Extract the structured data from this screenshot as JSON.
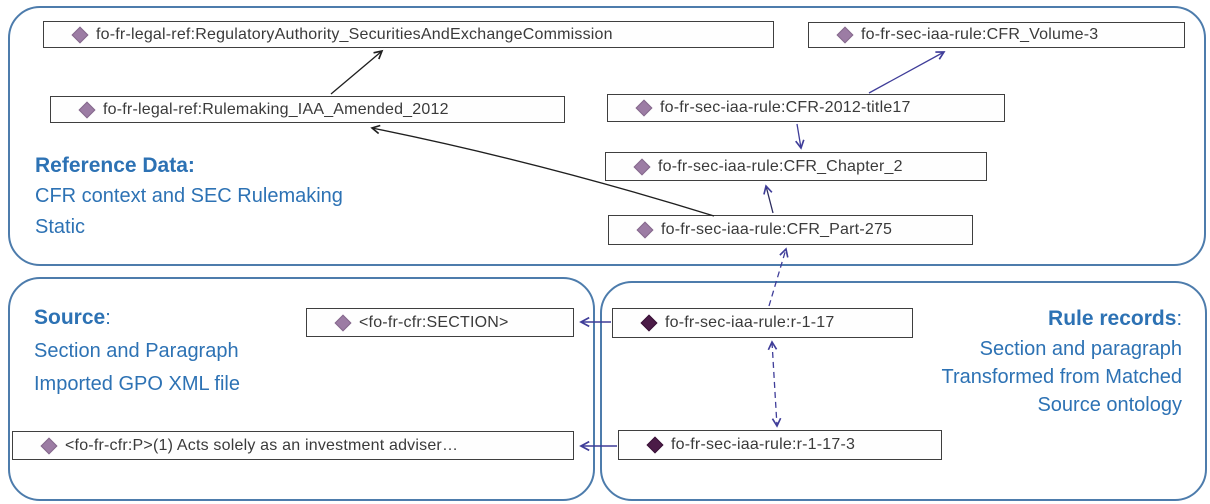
{
  "regions": {
    "reference_data": {
      "title": "Reference Data:",
      "line1": "CFR context and SEC Rulemaking",
      "line2": "Static"
    },
    "source": {
      "title": "Source",
      "colon": ":",
      "line1": "Section and Paragraph",
      "line2": "Imported GPO XML file"
    },
    "rule_records": {
      "title": "Rule records",
      "colon": ":",
      "line1": "Section and paragraph",
      "line2": "Transformed from Matched",
      "line3": "Source ontology"
    }
  },
  "nodes": {
    "regulatory_authority": {
      "label": "fo-fr-legal-ref:RegulatoryAuthority_SecuritiesAndExchangeCommission",
      "icon": "diamond-icon"
    },
    "rulemaking": {
      "label": "fo-fr-legal-ref:Rulemaking_IAA_Amended_2012",
      "icon": "diamond-icon"
    },
    "cfr_volume_3": {
      "label": "fo-fr-sec-iaa-rule:CFR_Volume-3",
      "icon": "diamond-icon"
    },
    "cfr_2012_title17": {
      "label": "fo-fr-sec-iaa-rule:CFR-2012-title17",
      "icon": "diamond-icon"
    },
    "cfr_chapter_2": {
      "label": "fo-fr-sec-iaa-rule:CFR_Chapter_2",
      "icon": "diamond-icon"
    },
    "cfr_part_275": {
      "label": "fo-fr-sec-iaa-rule:CFR_Part-275",
      "icon": "diamond-icon"
    },
    "section": {
      "label": "<fo-fr-cfr:SECTION>",
      "icon": "diamond-icon"
    },
    "paragraph": {
      "label": "<fo-fr-cfr:P>(1) Acts solely as an investment adviser…",
      "icon": "diamond-icon"
    },
    "r_1_17": {
      "label": "fo-fr-sec-iaa-rule:r-1-17",
      "icon": "diamond-icon-dark"
    },
    "r_1_17_3": {
      "label": "fo-fr-sec-iaa-rule:r-1-17-3",
      "icon": "diamond-icon-dark"
    }
  },
  "colors": {
    "accent_blue_text": "#2d72b4",
    "container_border": "#4d7cac",
    "node_border": "#3f3f3f",
    "diamond_light": "#9c7ca4",
    "diamond_dark": "#4b1b47",
    "arrow_navy": "#3f3d99",
    "arrow_black": "#1f1f1f"
  }
}
